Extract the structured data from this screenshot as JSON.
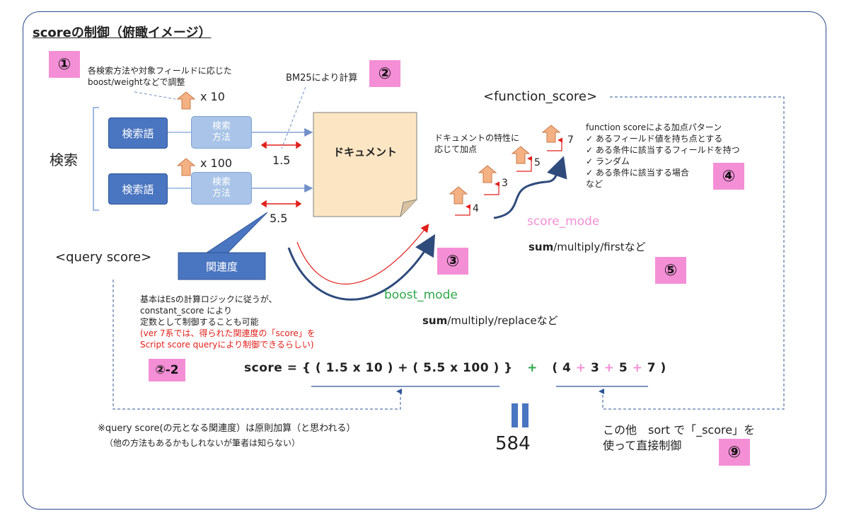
{
  "title": "scoreの制御（俯瞰イメージ）",
  "badges": {
    "b1": "①",
    "b2": "②",
    "b3": "③",
    "b4": "④",
    "b5": "⑤",
    "b2_2": "②-2",
    "b9": "⑨"
  },
  "query_side": {
    "boost_note_line1": "各検索方法や対象フィールドに応じた",
    "boost_note_line2": "boost/weightなどで調整",
    "weight_1": "x 10",
    "weight_2": "x 100",
    "search_label": "検索",
    "term_1": "検索語",
    "term_2": "検索語",
    "method_1_line1": "検索",
    "method_1_line2": "方法",
    "method_2_line1": "検索",
    "method_2_line2": "方法",
    "bm25_note": "BM25により計算",
    "score_1": "1.5",
    "score_2": "5.5",
    "document": "ドキュメント",
    "relevance": "関連度",
    "query_score_label": "<query score>",
    "es_note_line1": "基本はEsの計算ロジックに従うが、",
    "es_note_line2": "constant_score により",
    "es_note_line3": "定数として制御することも可能",
    "es_note_red_line1": "(ver 7系では、得られた関連度の「score」を",
    "es_note_red_line2": "Script score queryにより制御できるらしい)"
  },
  "function_side": {
    "label": "<function_score>",
    "doc_note_line1": "ドキュメントの特性に",
    "doc_note_line2": "応じて加点",
    "steps": [
      "4",
      "3",
      "5",
      "7"
    ],
    "pattern_title": "function scoreによる加点パターン",
    "pattern_items": [
      "✓ あるフィールド値を持ち点とする",
      "✓ ある条件に該当するフィールドを持つ",
      "✓ ランダム",
      "✓ ある条件に該当する場合"
    ],
    "pattern_more": "など",
    "score_mode": "score_mode",
    "score_mode_bold": "sum",
    "score_mode_rest": "/multiply/firstなど",
    "boost_mode": "boost_mode",
    "boost_mode_bold": "sum",
    "boost_mode_rest": "/multiply/replaceなど"
  },
  "formula": {
    "lhs": "score  = {",
    "q_part": " ( 1.5 x 10 ) + ( 5.5 x 100 )  }",
    "plus": "+",
    "f_open": "( 4 ",
    "p1": "+",
    "v2": " 3 ",
    "p2": "+",
    "v3": " 5 ",
    "p3": "+",
    "v4": " 7 )",
    "equals_mark": "||",
    "result": "584"
  },
  "footnotes": {
    "query_note_line1": "※query score(の元となる関連度）は原則加算（と思われる）",
    "query_note_line2": "（他の方法もあるかもしれないが筆者は知らない）",
    "sort_note_line1": "この他　sort で「_score」を",
    "sort_note_line2": "使って直接制御"
  },
  "colors": {
    "frame": "#2b4a8a",
    "badge": "#f48fd6",
    "dark_box": "#4a75c0",
    "light_box": "#a9c4e8",
    "document": "#fbe5c3",
    "arrow_up": "#f4b183",
    "boost_mode": "#2ea84a",
    "score_mode": "#f48fd6",
    "red_note": "#e0201b",
    "navy_arrow": "#2f4b7c"
  }
}
